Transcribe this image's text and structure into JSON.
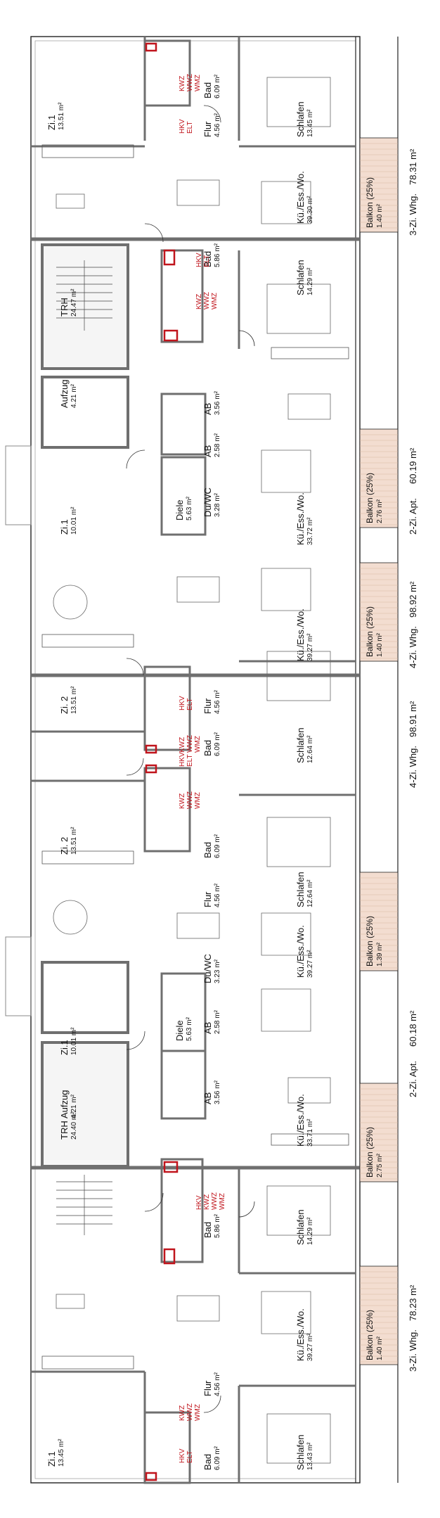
{
  "colors": {
    "wall": "#6f6f6f",
    "line": "#222222",
    "accent": "#c0141c",
    "balcony": "#f3ddd0"
  },
  "apartments": [
    {
      "type": "3-Zi. Whg.",
      "area": "78.31 m²"
    },
    {
      "type": "2-Zi. Apt.",
      "area": "60.19 m²"
    },
    {
      "type": "4-Zi. Whg.",
      "area": "98.92 m²"
    },
    {
      "type": "4-Zi. Whg.",
      "area": "98.91 m²"
    },
    {
      "type": "2-Zi. Apt.",
      "area": "60.18 m²"
    },
    {
      "type": "3-Zi. Whg.",
      "area": "78.23 m²"
    }
  ],
  "balconies": [
    {
      "name": "Balkon (25%)",
      "area": "1.40 m²"
    },
    {
      "name": "Balkon (25%)",
      "area": "2.76 m²"
    },
    {
      "name": "Balkon (25%)",
      "area": "1.40 m²"
    },
    {
      "name": "Balkon (25%)",
      "area": "1.39 m²"
    },
    {
      "name": "Balkon (25%)",
      "area": "2.75 m²"
    },
    {
      "name": "Balkon (25%)",
      "area": "1.40 m²"
    }
  ],
  "rooms": [
    {
      "name": "Zi.1",
      "area": "13.51 m²"
    },
    {
      "name": "Bad",
      "area": "6.09 m²"
    },
    {
      "name": "Flur",
      "area": "4.56 m²"
    },
    {
      "name": "Schlafen",
      "area": "13.45 m²"
    },
    {
      "name": "Kü./Ess./Wo.",
      "area": "39.30 m²"
    },
    {
      "name": "Bad",
      "area": "5.86 m²"
    },
    {
      "name": "Schlafen",
      "area": "14.29 m²"
    },
    {
      "name": "TRH",
      "area": "24.47 m²"
    },
    {
      "name": "Aufzug",
      "area": "4.21 m²"
    },
    {
      "name": "AB",
      "area": "3.56 m²"
    },
    {
      "name": "AB",
      "area": "2.58 m²"
    },
    {
      "name": "Du/WC",
      "area": "3.28 m²"
    },
    {
      "name": "Zi.1",
      "area": "10.01 m²"
    },
    {
      "name": "Diele",
      "area": "5.63 m²"
    },
    {
      "name": "Kü./Ess./Wo.",
      "area": "33.72 m²"
    },
    {
      "name": "Kü./Ess./Wo.",
      "area": "39.27 m²"
    },
    {
      "name": "Flur",
      "area": "4.56 m²"
    },
    {
      "name": "Zi. 2",
      "area": "13.51 m²"
    },
    {
      "name": "Bad",
      "area": "6.09 m²"
    },
    {
      "name": "Schlafen",
      "area": "12.64 m²"
    },
    {
      "name": "Bad",
      "area": "6.09 m²"
    },
    {
      "name": "Zi. 2",
      "area": "13.51 m²"
    },
    {
      "name": "Flur",
      "area": "4.56 m²"
    },
    {
      "name": "Schlafen",
      "area": "12.64 m²"
    },
    {
      "name": "Kü./Ess./Wo.",
      "area": "39.27 m²"
    },
    {
      "name": "Du/WC",
      "area": "3.23 m²"
    },
    {
      "name": "AB",
      "area": "2.58 m²"
    },
    {
      "name": "Diele",
      "area": "5.63 m²"
    },
    {
      "name": "Zi.1",
      "area": "10.01 m²"
    },
    {
      "name": "Aufzug",
      "area": "4.21 m²"
    },
    {
      "name": "AB",
      "area": "3.56 m²"
    },
    {
      "name": "TRH",
      "area": "24.40 m²"
    },
    {
      "name": "Kü./Ess./Wo.",
      "area": "33.71 m²"
    },
    {
      "name": "Bad",
      "area": "5.86 m²"
    },
    {
      "name": "Schlafen",
      "area": "14.29 m²"
    },
    {
      "name": "Kü./Ess./Wo.",
      "area": "39.27 m²"
    },
    {
      "name": "Zi.1",
      "area": "13.45 m²"
    },
    {
      "name": "Flur",
      "area": "4.56 m²"
    },
    {
      "name": "Bad",
      "area": "6.09 m²"
    },
    {
      "name": "Schlafen",
      "area": "13.43 m²"
    }
  ],
  "shafts": [
    {
      "lines": [
        "KWZ",
        "WWZ",
        "WMZ"
      ],
      "sub": [
        "HKV",
        "ELT"
      ]
    },
    {
      "lines": [
        "KWZ",
        "WWZ",
        "WMZ"
      ],
      "sub": [
        "HKV",
        "ELT"
      ]
    },
    {
      "lines": [
        "HKV",
        "ELT"
      ],
      "sub": [
        "KWZ",
        "WWZ",
        "WMZ"
      ]
    },
    {
      "lines": [
        "KWZ",
        "WWZ",
        "WMZ"
      ],
      "sub": [
        "HKV",
        "ELT"
      ]
    },
    {
      "lines": [
        "HKV",
        "KWZ",
        "WWZ",
        "WMZ"
      ],
      "sub": []
    },
    {
      "lines": [
        "HKV",
        "ELT"
      ],
      "sub": [
        "KWZ",
        "WWZ",
        "WMZ"
      ]
    }
  ]
}
